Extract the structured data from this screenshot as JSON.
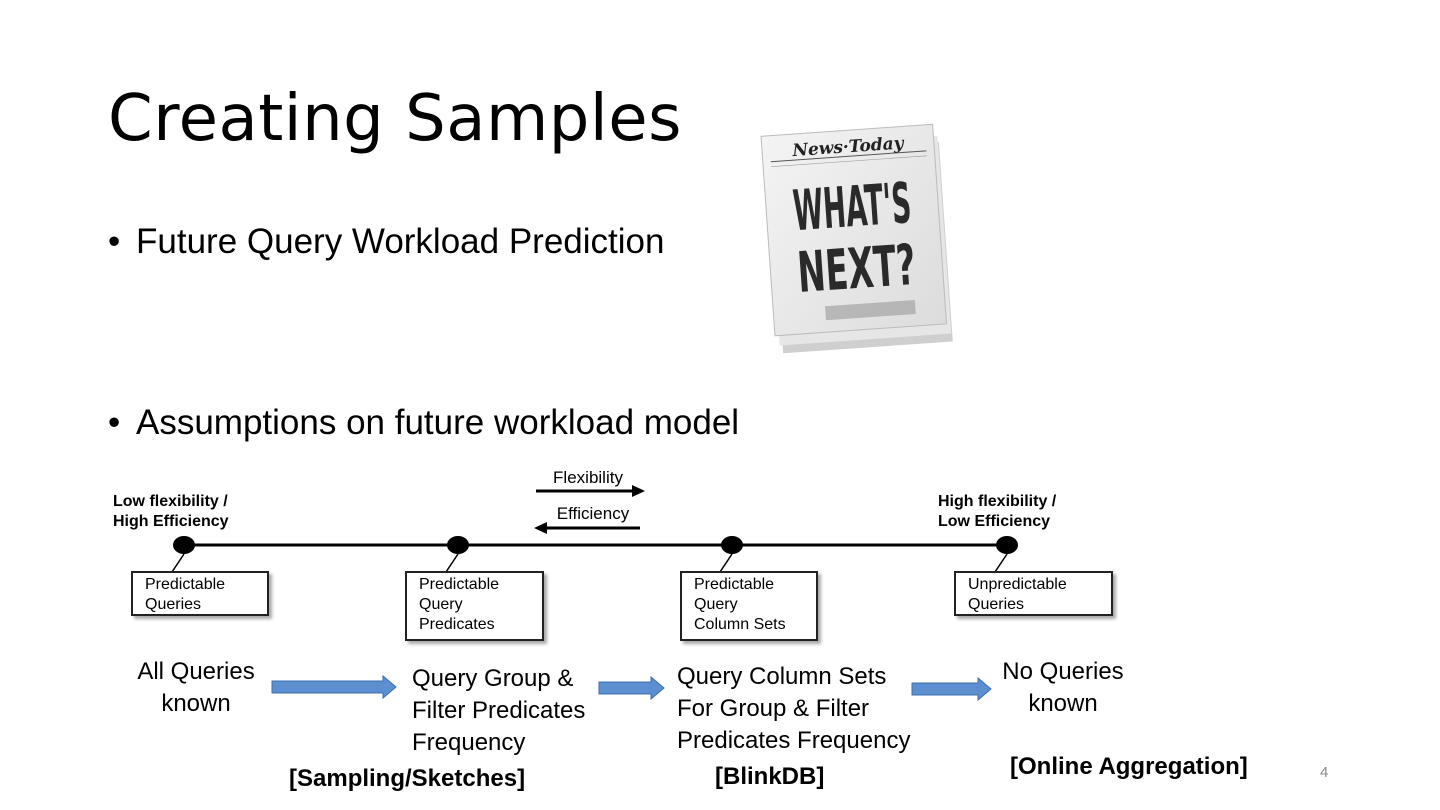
{
  "slide": {
    "title": "Creating Samples",
    "bullets": [
      "Future Query Workload Prediction",
      "Assumptions on future workload model"
    ],
    "page_number": "4"
  },
  "newspaper": {
    "masthead": "News·Today",
    "headline_line1": "WHAT'S",
    "headline_line2": "NEXT?"
  },
  "spectrum": {
    "flexibility_label": "Flexibility",
    "efficiency_label": "Efficiency",
    "left_end": [
      "Low flexibility /",
      "High Efficiency"
    ],
    "right_end": [
      "High flexibility /",
      "Low Efficiency"
    ],
    "boxes": [
      [
        "Predictable",
        "Queries"
      ],
      [
        "Predictable",
        "Query",
        "Predicates"
      ],
      [
        "Predictable",
        "Query",
        "Column Sets"
      ],
      [
        "Unpredictable",
        "Queries"
      ]
    ]
  },
  "flow": {
    "step1": [
      "All Queries",
      "known"
    ],
    "step2": [
      "Query Group &",
      "Filter Predicates",
      "Frequency"
    ],
    "step3": [
      "Query Column Sets",
      "For Group & Filter",
      "Predicates Frequency"
    ],
    "step4": [
      "No Queries",
      "known"
    ]
  },
  "systems": {
    "sampling": "[Sampling/Sketches]",
    "blinkdb": "[BlinkDB]",
    "online": "[Online Aggregation]"
  },
  "colors": {
    "flow_arrow": "#5b8fd0",
    "flow_arrow_border": "#3d6fae"
  }
}
